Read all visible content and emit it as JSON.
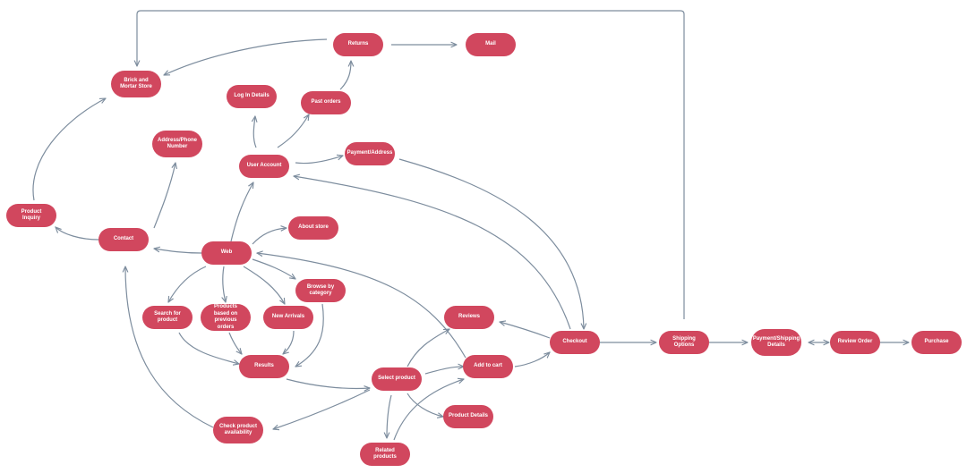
{
  "diagram": {
    "node_color": "#d1475e",
    "edge_color": "#7d8d9e",
    "nodes": [
      {
        "id": "mail",
        "label": "Mail"
      },
      {
        "id": "returns",
        "label": "Returns"
      },
      {
        "id": "brick",
        "label": "Brick and Mortar Store"
      },
      {
        "id": "login",
        "label": "Log In Details"
      },
      {
        "id": "past",
        "label": "Past orders"
      },
      {
        "id": "addr",
        "label": "Address/Phone Number"
      },
      {
        "id": "payaddr",
        "label": "Payment/Address"
      },
      {
        "id": "account",
        "label": "User Account"
      },
      {
        "id": "inquiry",
        "label": "Product Inquiry"
      },
      {
        "id": "contact",
        "label": "Contact"
      },
      {
        "id": "about",
        "label": "About store"
      },
      {
        "id": "web",
        "label": "Web"
      },
      {
        "id": "browse",
        "label": "Browse by category"
      },
      {
        "id": "search",
        "label": "Search for product"
      },
      {
        "id": "prev",
        "label": "Products based on previous orders"
      },
      {
        "id": "arrivals",
        "label": "New Arrivals"
      },
      {
        "id": "results",
        "label": "Results"
      },
      {
        "id": "reviews",
        "label": "Reviews"
      },
      {
        "id": "addcart",
        "label": "Add to cart"
      },
      {
        "id": "select",
        "label": "Select product"
      },
      {
        "id": "details",
        "label": "Product Details"
      },
      {
        "id": "related",
        "label": "Related products"
      },
      {
        "id": "check",
        "label": "Check product availability"
      },
      {
        "id": "checkout",
        "label": "Checkout"
      },
      {
        "id": "shipping",
        "label": "Shipping Options"
      },
      {
        "id": "payship",
        "label": "Payment/Shipping Details"
      },
      {
        "id": "review",
        "label": "Review Order"
      },
      {
        "id": "purchase",
        "label": "Purchase"
      }
    ]
  }
}
